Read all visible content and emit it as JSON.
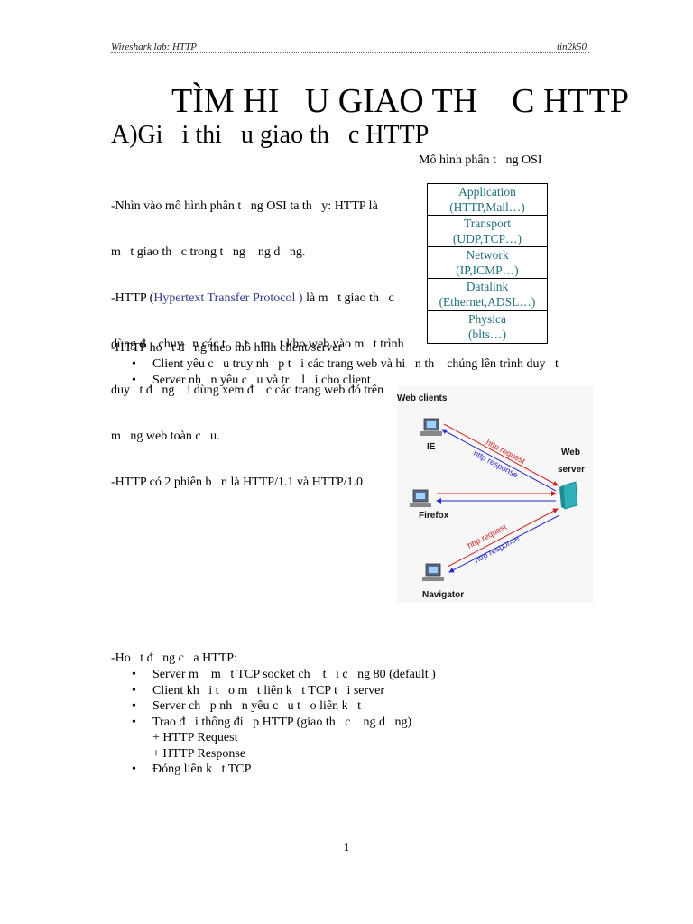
{
  "header": {
    "left": "Wireshark lab: HTTP",
    "right": "tin2k50"
  },
  "title": "TÌM HI   U GIAO TH    C HTTP",
  "subtitle": "A)Gi   i thi   u giao th   c HTTP",
  "intro": {
    "line1": "-Nhìn vào mô hình phân t   ng OSI ta th   y: HTTP là",
    "line2": "m   t giao th   c trong t   ng    ng d   ng.",
    "line3_prefix": "-HTTP (",
    "line3_link": "Hypertext Transfer Protocol )",
    "line3_suffix": " là m   t giao th   c",
    "line4": "dùng đ    chuy   n các t   p t    m   t kho web vào m   t trình",
    "line5": "duy   t đ   ng    i dùng xem đ    c các trang web đó trên",
    "line6": "m   ng web toàn c   u.",
    "line7": "-HTTP có 2 phiên b   n là HTTP/1.1 và HTTP/1.0"
  },
  "osi": {
    "caption": "Mô hình phân t   ng OSI",
    "layers": [
      {
        "name": "Application",
        "detail": "(HTTP,Mail…)"
      },
      {
        "name": "Transport",
        "detail": "(UDP,TCP…)"
      },
      {
        "name": "Network",
        "detail": "(IP,ICMP…)"
      },
      {
        "name": "Datalink",
        "detail": "(Ethernet,ADSL…)"
      },
      {
        "name": "Physica",
        "detail": "(blts…)"
      }
    ]
  },
  "client_server": {
    "intro": "-HTTP ho   t đ   ng theo mô hình client/server",
    "bullets": [
      "Client yêu c   u truy nh   p t   i các trang web và hi   n th    chúng lên trình duy   t",
      "Server nh   n yêu c   u và tr    l   i cho client"
    ]
  },
  "diagram": {
    "title": "Web clients",
    "clients": [
      "IE",
      "Firefox",
      "Navigator"
    ],
    "server_label_1": "Web",
    "server_label_2": "server",
    "request_label": "http request",
    "response_label": "http response",
    "request_color": "#cc2222",
    "response_color": "#2a2acc"
  },
  "operation": {
    "intro": "-Ho   t đ   ng c   a HTTP:",
    "bullets": [
      "Server m    m   t TCP socket ch    t   i c   ng 80 (default )",
      "Client kh   i t   o m   t liên k   t TCP t   i server",
      "Server ch   p nh   n yêu c   u t   o liên k   t",
      "Trao đ   i thông đi   p HTTP (giao th   c    ng d   ng)"
    ],
    "sub_items": [
      "+ HTTP Request",
      "+ HTTP Response"
    ],
    "last_bullet": "Đóng liên k   t TCP"
  },
  "footer": {
    "page_number": "1"
  }
}
